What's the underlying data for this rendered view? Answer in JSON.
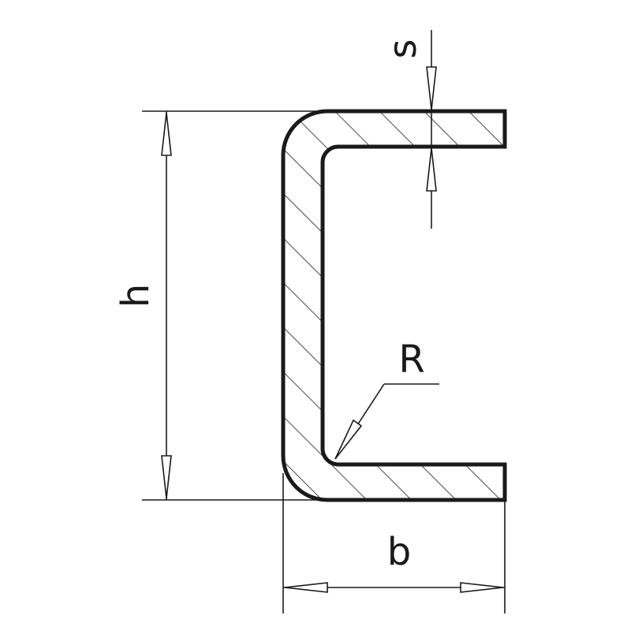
{
  "labels": {
    "height": "h",
    "width": "b",
    "thickness": "s",
    "radius": "R"
  },
  "colors": {
    "stroke": "#1a1a1a",
    "background": "#ffffff"
  }
}
